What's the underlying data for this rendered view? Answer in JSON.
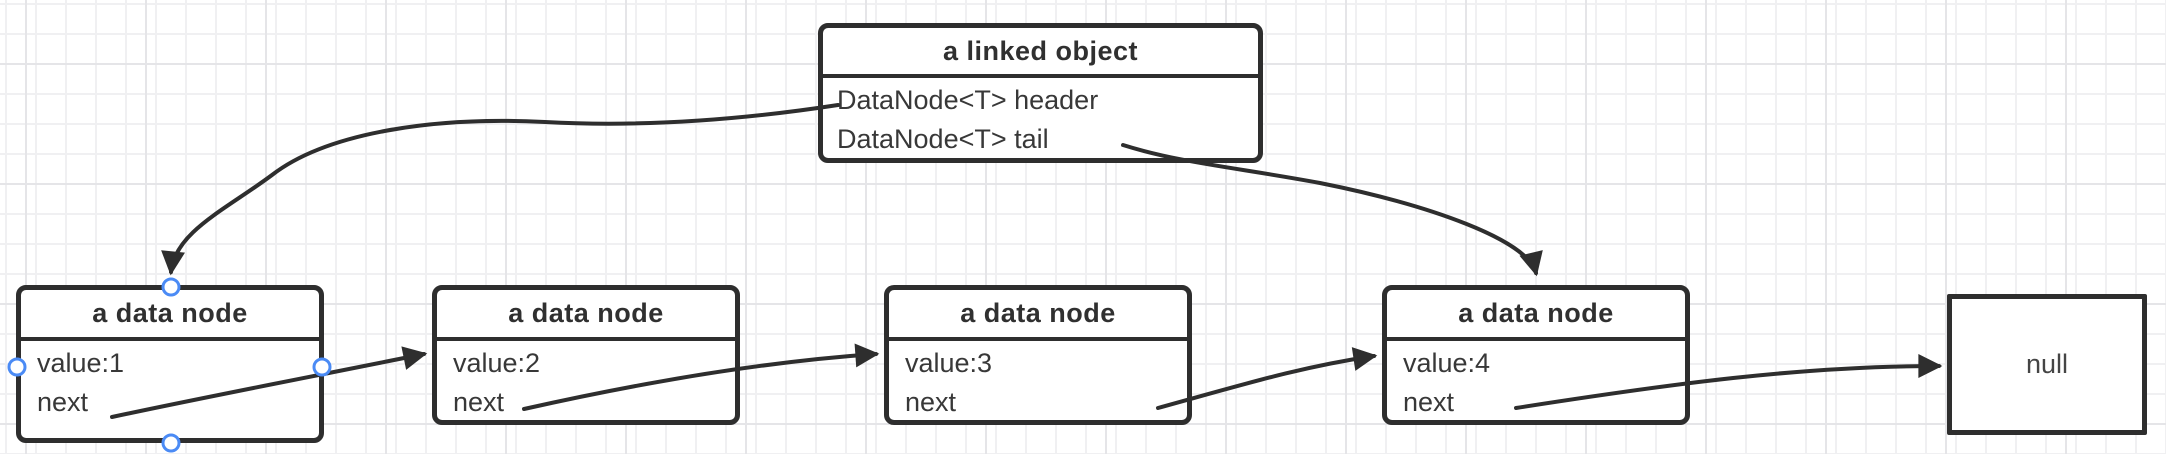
{
  "diagram": {
    "linked_object": {
      "title": "a linked object",
      "field_header": "DataNode<T> header",
      "field_tail": "DataNode<T> tail"
    },
    "nodes": [
      {
        "title": "a data node",
        "value": "value:1",
        "next": "next"
      },
      {
        "title": "a data node",
        "value": "value:2",
        "next": "next"
      },
      {
        "title": "a data node",
        "value": "value:3",
        "next": "next"
      },
      {
        "title": "a data node",
        "value": "value:4",
        "next": "next"
      }
    ],
    "null_label": "null",
    "edges": [
      {
        "from": "linked-object.header",
        "to": "node-1.top"
      },
      {
        "from": "linked-object.tail",
        "to": "node-4.top"
      },
      {
        "from": "node-1.next",
        "to": "node-2.left"
      },
      {
        "from": "node-2.next",
        "to": "node-3.left"
      },
      {
        "from": "node-3.next",
        "to": "node-4.left"
      },
      {
        "from": "node-4.next",
        "to": "null.left"
      }
    ]
  },
  "colors": {
    "stroke": "#2e2e2e",
    "text": "#383838",
    "null_text": "#454545",
    "connection_handle": "#4b8bf5",
    "grid_minor": "#f0f0f2",
    "grid_major": "#e5e5e8",
    "background": "#ffffff"
  }
}
